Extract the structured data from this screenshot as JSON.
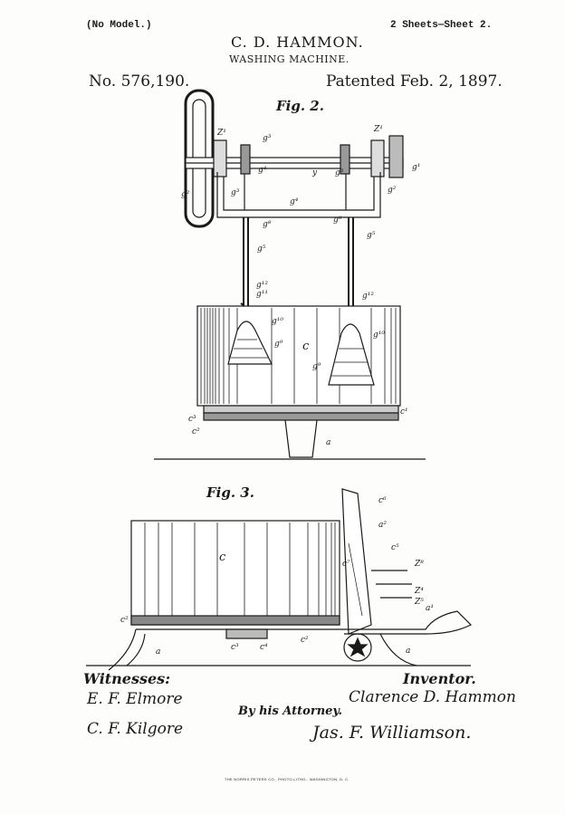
{
  "header": {
    "model_note": "(No Model.)",
    "sheet_note": "2 Sheets—Sheet 2.",
    "inventor_name": "C. D. HAMMON.",
    "invention_title": "WASHING MACHINE.",
    "patent_number": "No. 576,190.",
    "patent_date": "Patented Feb. 2, 1897."
  },
  "figures": [
    {
      "title": "Fig. 2.",
      "labels": [
        "Z¹",
        "g³",
        "Z¹",
        "g¹",
        "g⁴",
        "y",
        "g³",
        "g²",
        "g³",
        "g⁴",
        "g²",
        "g⁸",
        "g⁸",
        "g⁵",
        "g⁵",
        "g¹²",
        "g¹¹",
        "g¹⁰",
        "g⁹",
        "c",
        "g¹²",
        "g¹⁰",
        "g⁹",
        "c³",
        "c²",
        "c¹",
        "a"
      ]
    },
    {
      "title": "Fig. 3.",
      "labels": [
        "c⁶",
        "a²",
        "c⁵",
        "c",
        "c⁷",
        "Z⁸",
        "Z⁴",
        "Z⁵",
        "c²",
        "c³",
        "c⁴",
        "c²",
        "a¹",
        "a",
        "a"
      ]
    }
  ],
  "signatures": {
    "witnesses_heading": "Witnesses:",
    "witness_1": "E. F. Elmore",
    "witness_2": "C. F. Kilgore",
    "inventor_heading": "Inventor.",
    "inventor_signature": "Clarence D. Hammon",
    "attorney_label": "By his Attorney.",
    "attorney_signature": "Jas. F. Williamson."
  },
  "footer": {
    "printer": "THE NORRIS PETERS CO., PHOTO-LITHO., WASHINGTON, D. C."
  }
}
